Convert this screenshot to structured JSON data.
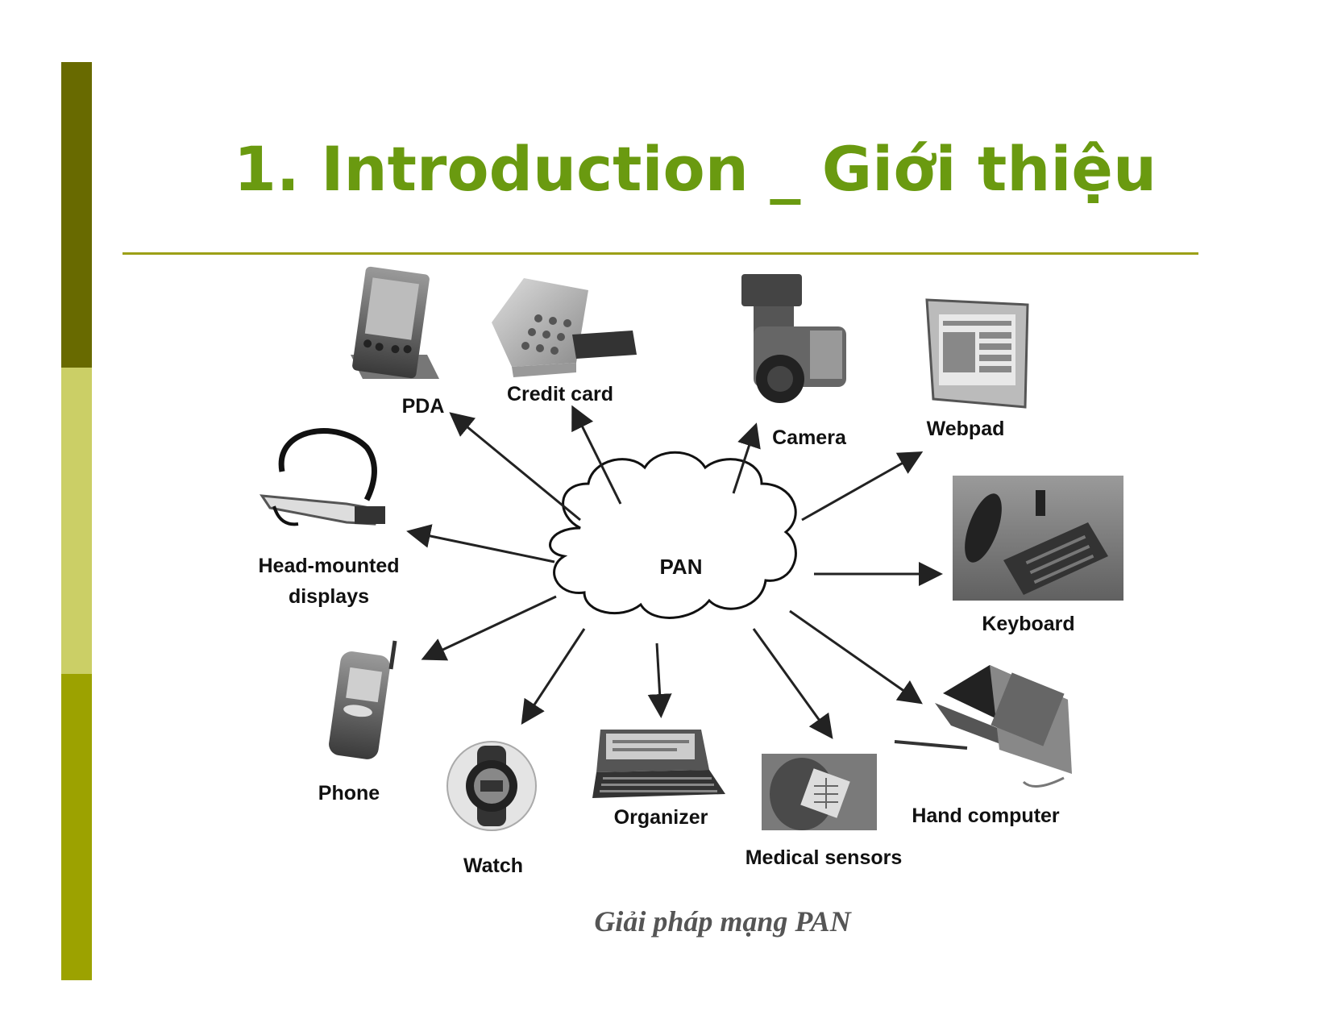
{
  "title": "1. Introduction _ Giới thiệu",
  "colors": {
    "title": "#6a9a10",
    "bar_top": "#686a00",
    "bar_middle": "#cbcf66",
    "bar_bottom": "#9ca200",
    "rule": "#9ca016"
  },
  "diagram": {
    "center_label": "PAN",
    "devices": [
      {
        "label": "PDA",
        "icon": "pda-icon"
      },
      {
        "label": "Credit card",
        "icon": "credit-card-reader-icon"
      },
      {
        "label": "Camera",
        "icon": "camera-icon"
      },
      {
        "label": "Webpad",
        "icon": "webpad-icon"
      },
      {
        "label": "Head-mounted",
        "label2": "displays",
        "icon": "headset-display-icon"
      },
      {
        "label": "Keyboard",
        "icon": "keyboard-icon"
      },
      {
        "label": "Phone",
        "icon": "phone-icon"
      },
      {
        "label": "Watch",
        "icon": "watch-icon"
      },
      {
        "label": "Organizer",
        "icon": "organizer-icon"
      },
      {
        "label": "Medical sensors",
        "icon": "medical-sensor-icon"
      },
      {
        "label": "Hand computer",
        "icon": "hand-computer-icon"
      }
    ]
  },
  "caption": "Giải pháp mạng PAN"
}
